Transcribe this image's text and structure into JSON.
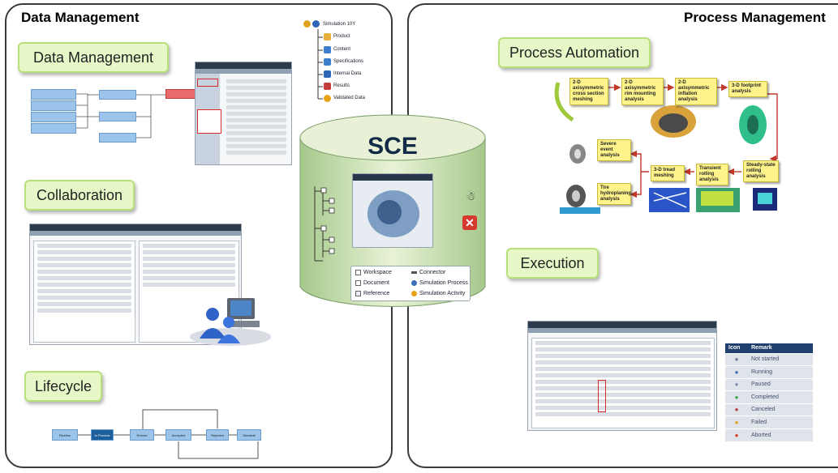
{
  "titles": {
    "left": "Data Management",
    "right": "Process Management"
  },
  "badges": {
    "data_management": "Data Management",
    "collaboration": "Collaboration",
    "lifecycle": "Lifecycle",
    "process_automation": "Process Automation",
    "execution": "Execution"
  },
  "sce": {
    "title": "SCE",
    "legend": {
      "workspace": "Workspace",
      "connector": "Connector",
      "document": "Document",
      "simulation_process": "Simulation Process",
      "reference": "Reference",
      "simulation_activity": "Simulation Activity"
    }
  },
  "sim_tree": {
    "root": "Simulation 10Y",
    "items": [
      "Product",
      "Content",
      "Specifications",
      "Internal Data",
      "Results",
      "Validated Data"
    ]
  },
  "process_steps": {
    "s1": "2-D axisymmetric cross section meshing",
    "s2": "2-D axisymmetric rim mounting analysis",
    "s3": "2-D axisymmetric inflation analysis",
    "s4": "3-D footprint analysis",
    "s5": "Steady-state rolling analysis",
    "s6": "Transient rolling analysis",
    "s7": "3-D tread meshing",
    "s8": "Severe event analysis",
    "s9": "Tire hydroplaning analysis"
  },
  "lifecycle": {
    "stages": [
      "Pipeline",
      "In Process",
      "Review",
      "Accepted",
      "Rejected",
      "Obsolete"
    ]
  },
  "status_table": {
    "headers": [
      "Icon",
      "Remark"
    ],
    "rows": [
      "Not started",
      "Running",
      "Paused",
      "Completed",
      "Canceled",
      "Failed",
      "Aborted"
    ],
    "colors": [
      "#6a7a90",
      "#3f6fa8",
      "#7a8db0",
      "#3aa34a",
      "#b03a3a",
      "#e8a21a",
      "#d04020"
    ]
  }
}
